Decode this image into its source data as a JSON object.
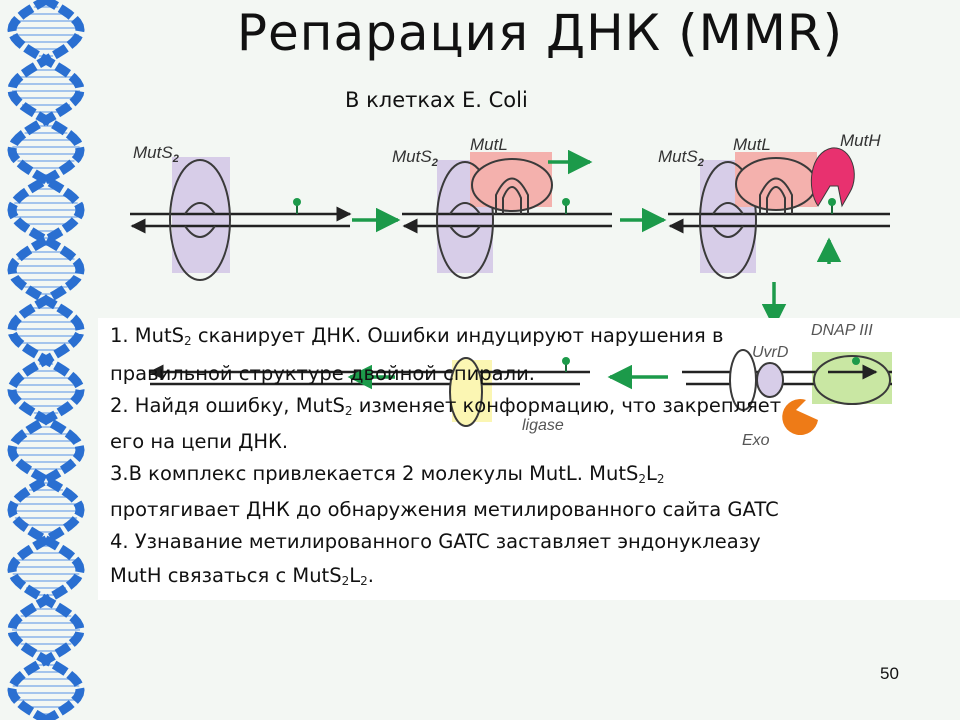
{
  "slide": {
    "title": "Репарация ДНК (MMR)",
    "subtitle": "В клетках E. Coli",
    "page_number": "50"
  },
  "diagram": {
    "labels": {
      "muts": "MutS",
      "muts_sub": "2",
      "mutl": "MutL",
      "muth": "MutH",
      "dnap": "DNAP III",
      "uvrd": "UvrD",
      "exo": "Exo",
      "ligase": "ligase"
    },
    "colors": {
      "muts_fill": "#d7cde8",
      "muts_outline": "#3a3a3a",
      "mutl_fill": "#f4b1ad",
      "muth_fill": "#e8316f",
      "exo_fill": "#ee7b17",
      "dnap_fill": "#c9e7a3",
      "ligase_fill": "#fbf6b3",
      "arrow_green": "#1c9a4a",
      "helix_blue": "#2a6fd1"
    }
  },
  "steps": [
    {
      "lines": [
        [
          {
            "t": "1. MutS"
          },
          {
            "sub": "2"
          },
          {
            "t": " сканирует ДНК. Ошибки индуцируют нарушения в"
          }
        ],
        [
          {
            "t": "правильной структуре двойной спирали."
          }
        ]
      ]
    },
    {
      "lines": [
        [
          {
            "t": "2. Найдя ошибку, MutS"
          },
          {
            "sub": "2"
          },
          {
            "t": " изменяет конформацию, что закрепляет"
          }
        ],
        [
          {
            "t": "его на цепи ДНК."
          }
        ]
      ]
    },
    {
      "lines": [
        [
          {
            "t": "3.В комплекс привлекается 2 молекулы MutL. MutS"
          },
          {
            "sub": "2"
          },
          {
            "t": "L"
          },
          {
            "sub": "2"
          }
        ],
        [
          {
            "t": "протягивает ДНК до обнаружения метилированного сайта GATC"
          }
        ]
      ]
    },
    {
      "lines": [
        [
          {
            "t": "4. Узнавание метилированного GATC заставляет эндонуклеазу"
          }
        ],
        [
          {
            "t": "MutH  связаться с MutS"
          },
          {
            "sub": "2"
          },
          {
            "t": "L"
          },
          {
            "sub": "2"
          },
          {
            "t": "."
          }
        ]
      ]
    }
  ]
}
